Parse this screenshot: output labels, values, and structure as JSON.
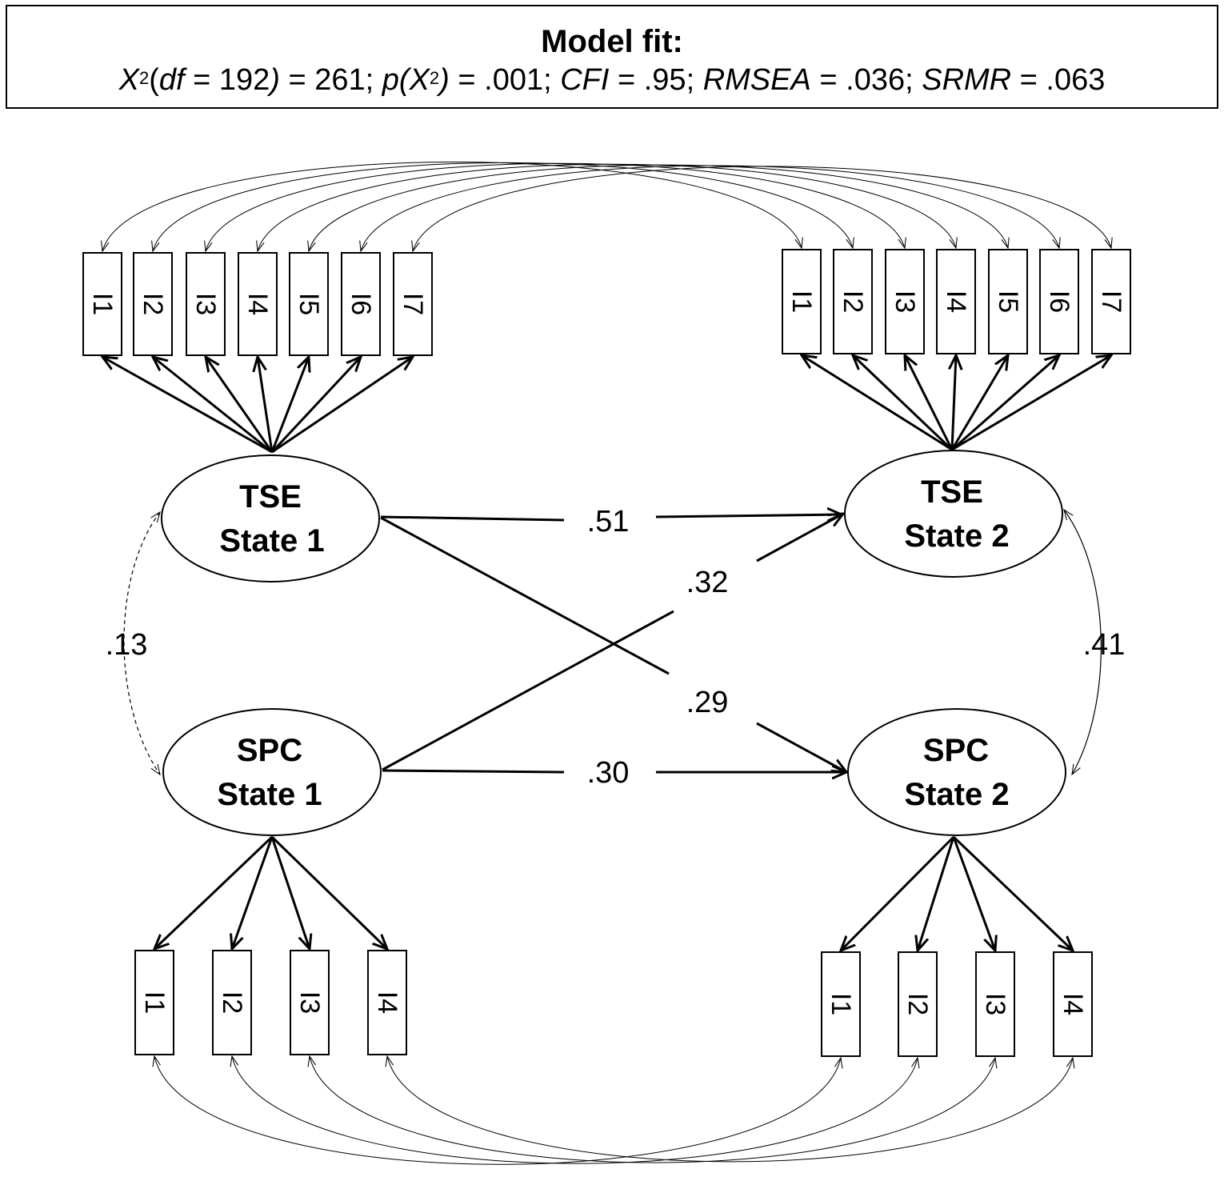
{
  "model_fit": {
    "title": "Model fit:",
    "chi_symbol": "X",
    "chi_sup": "2",
    "df_label": "df",
    "df_part": " = 192",
    "chi_value": " = 261; ",
    "p_label": "p(X",
    "p_sup": "2",
    "p_close": ")",
    "p_value": " = .001; ",
    "cfi_label": "CFI",
    "cfi_value": " = .95; ",
    "rmsea_label": "RMSEA",
    "rmsea_value": " = .036; ",
    "srmr_label": "SRMR",
    "srmr_value": " = .063"
  },
  "latents": {
    "tse1": {
      "line1": "TSE",
      "line2": "State 1"
    },
    "tse2": {
      "line1": "TSE",
      "line2": "State 2"
    },
    "spc1": {
      "line1": "SPC",
      "line2": "State 1"
    },
    "spc2": {
      "line1": "SPC",
      "line2": "State 2"
    }
  },
  "indicators": {
    "tse1": [
      "I1",
      "I2",
      "I3",
      "I4",
      "I5",
      "I6",
      "I7"
    ],
    "tse2": [
      "I1",
      "I2",
      "I3",
      "I4",
      "I5",
      "I6",
      "I7"
    ],
    "spc1": [
      "I1",
      "I2",
      "I3",
      "I4"
    ],
    "spc2": [
      "I1",
      "I2",
      "I3",
      "I4"
    ]
  },
  "coefficients": {
    "tse1_tse2": ".51",
    "spc1_tse2": ".32",
    "tse1_spc2": ".29",
    "spc1_spc2": ".30",
    "tse1_spc1": ".13",
    "tse2_spc2": ".41"
  },
  "paths": {
    "tse1_spc1_dashed": true
  }
}
